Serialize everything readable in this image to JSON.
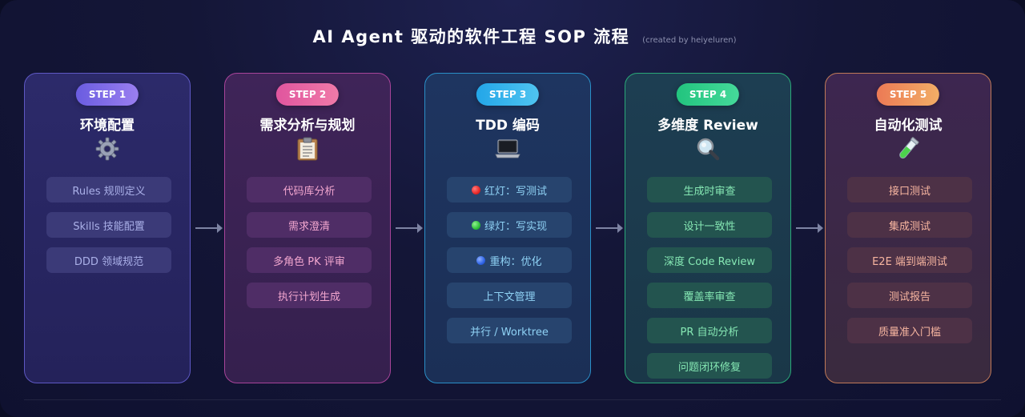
{
  "title": "AI Agent 驱动的软件工程 SOP 流程",
  "credit": "(created by heiyeluren)",
  "steps": [
    {
      "badge": "STEP 1",
      "title": "环境配置",
      "icon": "gear-icon",
      "items": [
        "Rules 规则定义",
        "Skills 技能配置",
        "DDD 领域规范"
      ]
    },
    {
      "badge": "STEP 2",
      "title": "需求分析与规划",
      "icon": "clipboard-icon",
      "items": [
        "代码库分析",
        "需求澄清",
        "多角色 PK 评审",
        "执行计划生成"
      ]
    },
    {
      "badge": "STEP 3",
      "title": "TDD 编码",
      "icon": "laptop-icon",
      "items": [
        "红灯：写测试",
        "绿灯：写实现",
        "重构：优化",
        "上下文管理",
        "并行 / Worktree"
      ]
    },
    {
      "badge": "STEP 4",
      "title": "多维度 Review",
      "icon": "magnifier-icon",
      "items": [
        "生成时审查",
        "设计一致性",
        "深度 Code Review",
        "覆盖率审查",
        "PR 自动分析",
        "问题闭环修复"
      ]
    },
    {
      "badge": "STEP 5",
      "title": "自动化测试",
      "icon": "test-tube-icon",
      "items": [
        "接口测试",
        "集成测试",
        "E2E 端到端测试",
        "测试报告",
        "质量准入门槛"
      ]
    }
  ],
  "colors": {
    "step1": "#7b6fe6",
    "step2": "#e85aa8",
    "step3": "#2fb0ea",
    "step4": "#2ecf88",
    "step5": "#f0915a",
    "red_dot": "#e62828",
    "green_dot": "#2fbf3a",
    "blue_dot": "#2f64e6"
  }
}
